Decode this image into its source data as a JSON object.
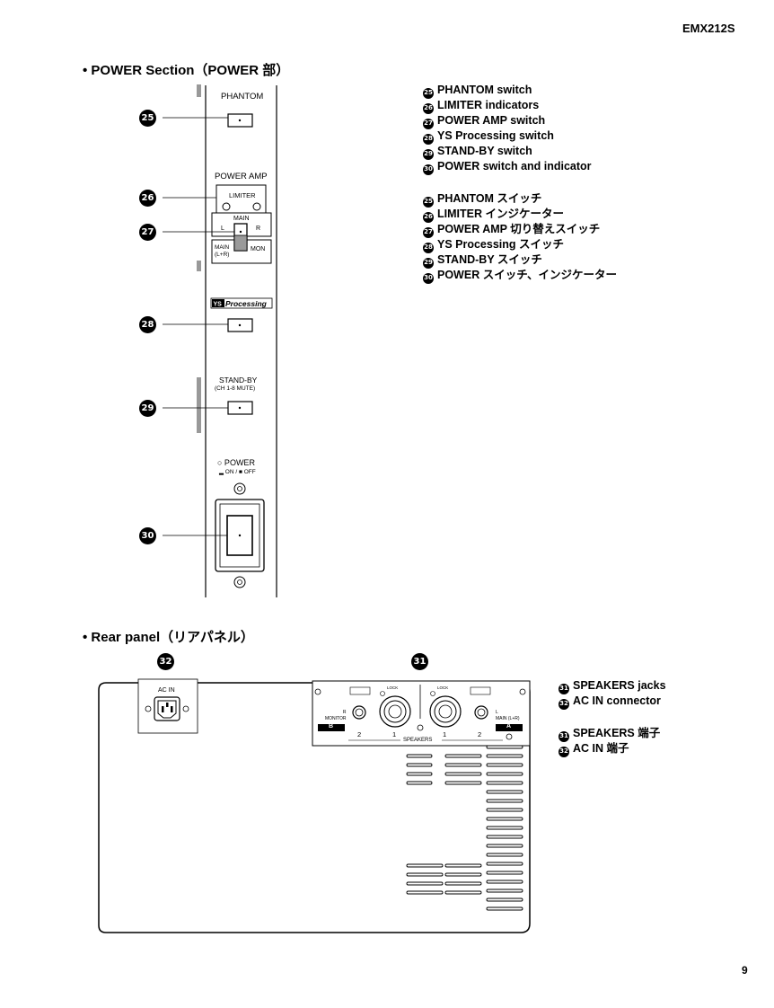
{
  "header": {
    "model": "EMX212S"
  },
  "footer": {
    "page_number": "9"
  },
  "power_section": {
    "title": "• POWER Section（POWER 部）",
    "panel": {
      "phantom": "PHANTOM",
      "power_amp": "POWER AMP",
      "limiter": "LIMITER",
      "main": "MAIN",
      "l": "L",
      "r": "R",
      "main_lr": "MAIN\n(L+R)",
      "mon": "MON",
      "ys_logo": "YSProcessing",
      "stand_by": "STAND-BY",
      "ch_mute": "(CH 1-8 MUTE)",
      "power": "○ POWER",
      "on_off": "▂ ON / ■ OFF"
    },
    "callouts": [
      "25",
      "26",
      "27",
      "28",
      "29",
      "30"
    ],
    "legend_en": [
      {
        "num": "25",
        "text": "PHANTOM switch"
      },
      {
        "num": "26",
        "text": "LIMITER indicators"
      },
      {
        "num": "27",
        "text": "POWER AMP switch"
      },
      {
        "num": "28",
        "text": "YS Processing switch"
      },
      {
        "num": "29",
        "text": "STAND-BY switch"
      },
      {
        "num": "30",
        "text": "POWER switch and indicator"
      }
    ],
    "legend_ja": [
      {
        "num": "25",
        "text": "PHANTOM スイッチ"
      },
      {
        "num": "26",
        "text": "LIMITER インジケーター"
      },
      {
        "num": "27",
        "text": "POWER AMP 切り替えスイッチ"
      },
      {
        "num": "28",
        "text": "YS Processing スイッチ"
      },
      {
        "num": "29",
        "text": "STAND-BY スイッチ"
      },
      {
        "num": "30",
        "text": "POWER スイッチ、インジケーター"
      }
    ]
  },
  "rear_section": {
    "title": "• Rear panel（リアパネル）",
    "panel": {
      "ac_in": "AC IN",
      "monitor": "R\nMONITOR",
      "main_lr": "L\nMAIN (L+R)",
      "speakers": "SPEAKERS",
      "b": "B",
      "a": "A",
      "jack_2_left": "2",
      "jack_1_left": "1",
      "jack_1_right": "1",
      "jack_2_right": "2",
      "lock_left": "LOCK",
      "lock_right": "LOCK"
    },
    "callouts": [
      "32",
      "31"
    ],
    "legend_en": [
      {
        "num": "31",
        "text": "SPEAKERS jacks"
      },
      {
        "num": "32",
        "text": "AC IN connector"
      }
    ],
    "legend_ja": [
      {
        "num": "31",
        "text": "SPEAKERS 端子"
      },
      {
        "num": "32",
        "text": "AC IN 端子"
      }
    ]
  }
}
